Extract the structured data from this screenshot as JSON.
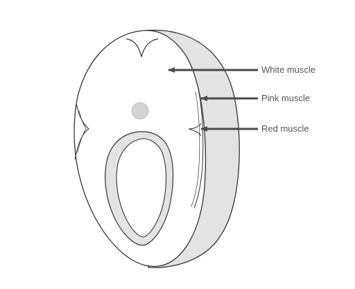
{
  "diagram": {
    "labels": {
      "white": "White muscle",
      "pink": "Pink muscle",
      "red": "Red muscle"
    },
    "colors": {
      "background": "#ffffff",
      "outline": "#333333",
      "cut_face": "#ffffff",
      "outer_band": "#e3e3e3",
      "spine_dot": "#d4d4d4",
      "arrow": "#4a4a4a",
      "label_text": "#555555"
    }
  }
}
